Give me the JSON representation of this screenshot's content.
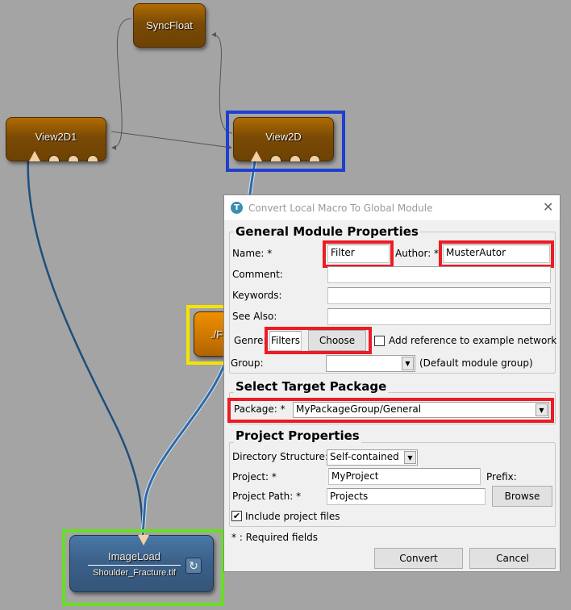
{
  "network": {
    "nodes": {
      "syncfloat": "SyncFloat",
      "view2d1": "View2D1",
      "view2d": "View2D",
      "partial": "./Fi",
      "imageload": "ImageLoad",
      "imageload_file": "Shoulder_Fracture.tif"
    },
    "colors": {
      "canvas": "#a4a4a4",
      "macro_node": "#7a4a05",
      "module_node": "#3a5f88",
      "highlight_blue": "#1f3fd0",
      "highlight_yellow": "#f5e400",
      "highlight_green": "#66e020",
      "highlight_red": "#ec1c24"
    }
  },
  "dialog": {
    "title": "Convert Local Macro To Global Module",
    "close_icon": "close-icon",
    "general": {
      "title": "General Module Properties",
      "name_label": "Name: *",
      "name_value": "Filter",
      "author_label": "Author: *",
      "author_value": "MusterAutor",
      "comment_label": "Comment:",
      "comment_value": "",
      "keywords_label": "Keywords:",
      "keywords_value": "",
      "see_also_label": "See Also:",
      "see_also_value": "",
      "genre_label": "Genre:",
      "genre_value": "Filters",
      "choose_label": "Choose",
      "add_reference_label": "Add reference to example network",
      "add_reference_checked": false,
      "group_label": "Group:",
      "group_value": "",
      "group_hint": "(Default module group)"
    },
    "package": {
      "title": "Select Target Package",
      "package_label": "Package: *",
      "package_value": "MyPackageGroup/General"
    },
    "project": {
      "title": "Project Properties",
      "dir_label": "Directory Structure:",
      "dir_value": "Self-contained",
      "project_label": "Project: *",
      "project_value": "MyProject",
      "prefix_label": "Prefix:",
      "path_label": "Project Path: *",
      "path_value": "Projects",
      "browse_label": "Browse",
      "include_label": "Include project files",
      "include_checked": true
    },
    "required_note": "* : Required fields",
    "convert_label": "Convert",
    "cancel_label": "Cancel"
  }
}
